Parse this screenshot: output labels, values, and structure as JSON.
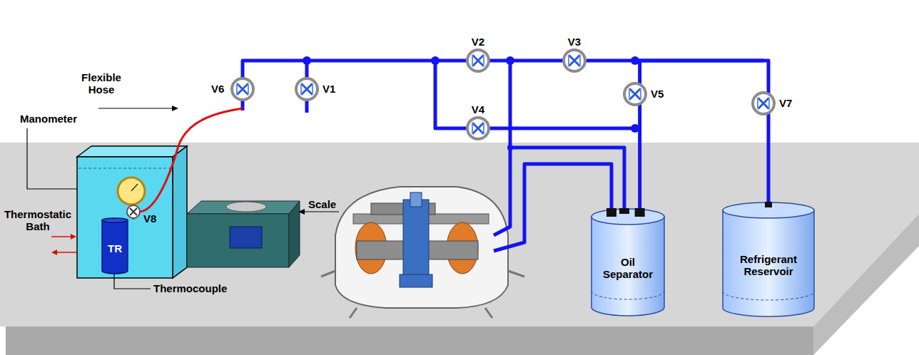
{
  "diagram": {
    "nodes": [
      {
        "text": [
          "TR"
        ]
      },
      {
        "text": [
          "Oil Separator"
        ]
      },
      {
        "text": [
          "Refrigerant Reservoir"
        ]
      }
    ],
    "edges": [
      {
        "from": 2,
        "to": 1,
        "arrow": "none"
      }
    ],
    "labels": [
      "Flexible Hose",
      "Manometer",
      "V6",
      "V1",
      "V2",
      "V3",
      "V4",
      "V5",
      "V7",
      "Thermostatic Bath",
      "V8",
      "Thermocouple",
      "Scale"
    ]
  }
}
